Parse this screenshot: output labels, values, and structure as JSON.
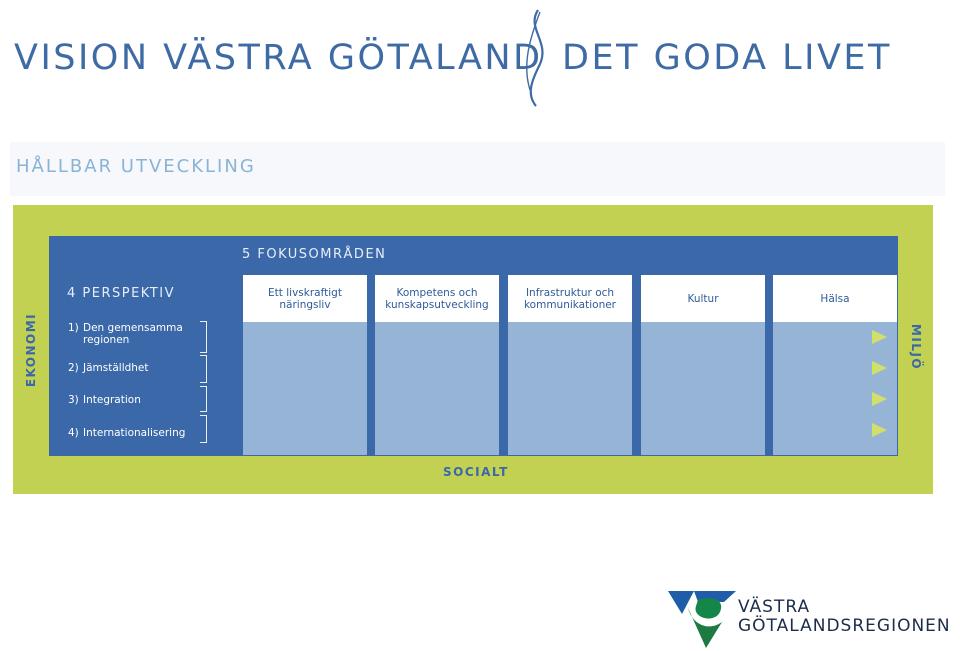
{
  "header": {
    "left_text": "VISION VÄSTRA GÖTALAND",
    "right_text": "DET GODA LIVET"
  },
  "subtitle": "HÅLLBAR UTVECKLING",
  "diagram": {
    "frame_left": "EKONOMI",
    "frame_right": "MILJÖ",
    "frame_bottom": "SOCIALT",
    "focus_title": "5 FOKUSOMRÅDEN",
    "perspective_title": "4 PERSPEKTIV",
    "focus_areas": [
      "Ett livskraftigt näringsliv",
      "Kompetens och kunskapsutveckling",
      "Infrastruktur och kommunikationer",
      "Kultur",
      "Hälsa"
    ],
    "perspectives": [
      {
        "num": "1)",
        "label": "Den gemensamma regionen"
      },
      {
        "num": "2)",
        "label": "Jämställdhet"
      },
      {
        "num": "3)",
        "label": "Integration"
      },
      {
        "num": "4)",
        "label": "Internationalisering"
      }
    ],
    "colors": {
      "frame": "#c3d152",
      "panel": "#3a68a9",
      "column": "#96b5d6",
      "arrow": "#d2e06a"
    }
  },
  "logo": {
    "line1": "VÄSTRA",
    "line2": "GÖTALANDSREGIONEN"
  }
}
